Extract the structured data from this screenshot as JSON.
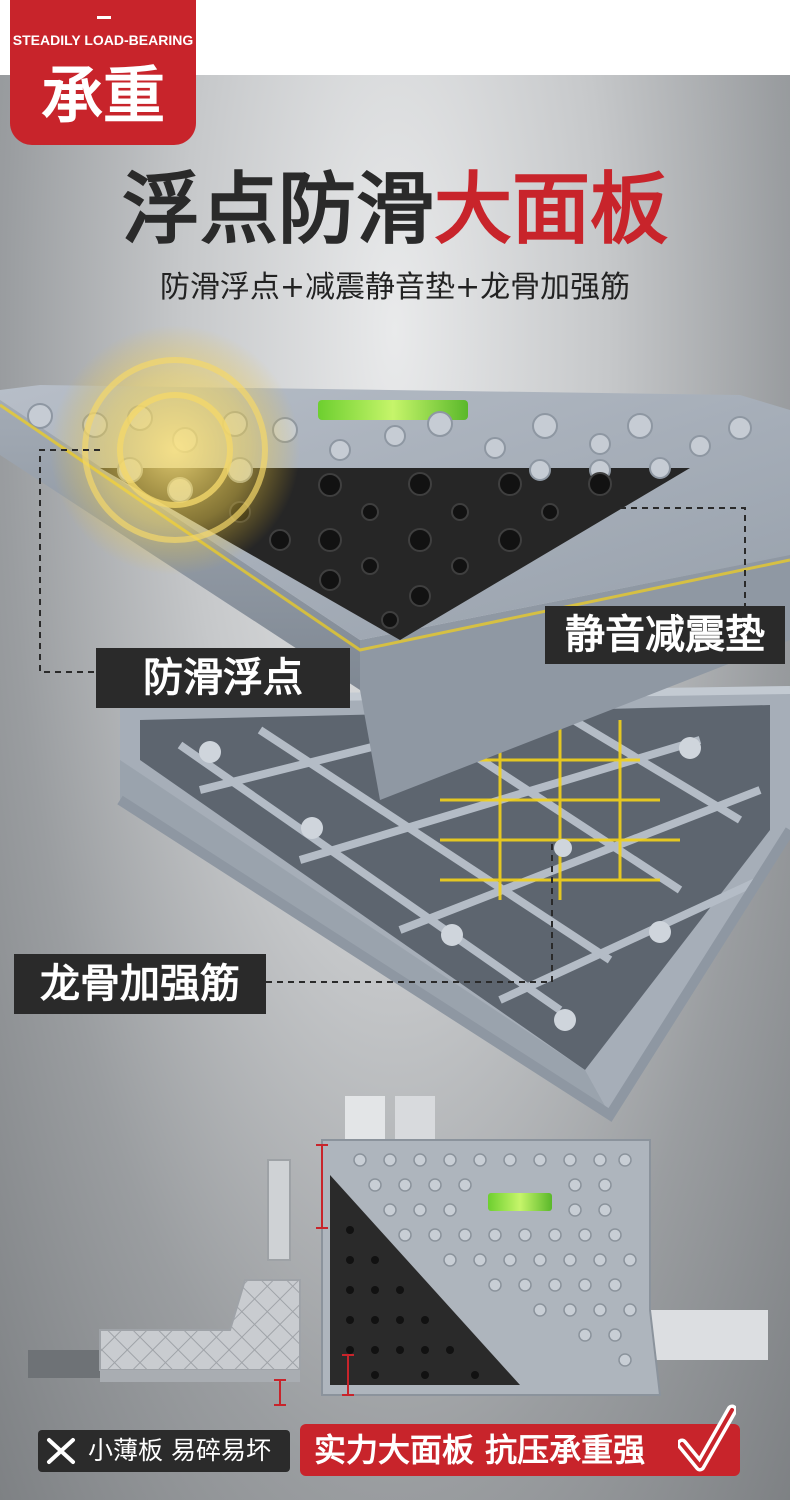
{
  "badge": {
    "en": "STEADILY LOAD-BEARING",
    "cn": "承重"
  },
  "title": {
    "part1": "浮点防滑",
    "part2": "大面板"
  },
  "subtitle": "防滑浮点+减震静音垫+龙骨加强筋",
  "labels": {
    "anti_slip": "防滑浮点",
    "damping_pad": "静音减震垫",
    "keel_rib": "龙骨加强筋"
  },
  "comparison": {
    "bad_text": "小薄板 易碎易坏",
    "good_text": "实力大面板 抗压承重强"
  },
  "colors": {
    "brand_red": "#c8242b",
    "highlight_yellow": "#f3c21a",
    "label_dark": "#2a2a2a"
  },
  "icons": {
    "bad": "x-mark-icon",
    "good": "check-mark-icon"
  }
}
